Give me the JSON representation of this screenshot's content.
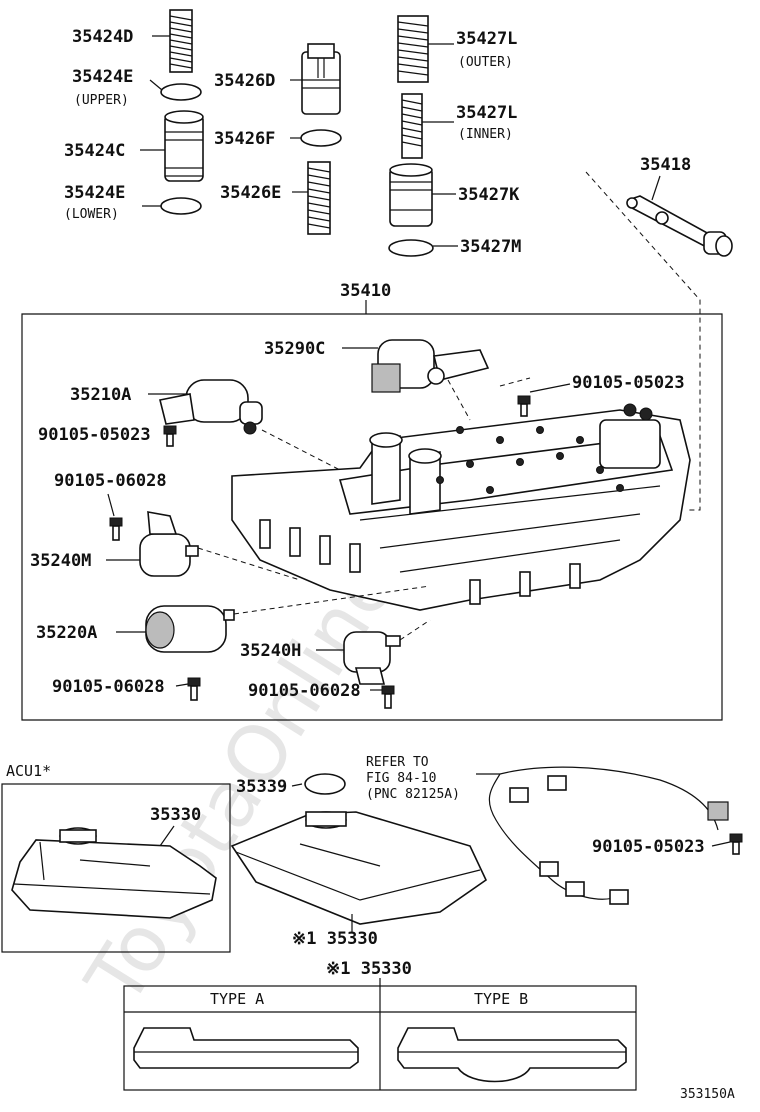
{
  "watermark": "ToyotaOnline.ru",
  "labels": {
    "p35424D": "35424D",
    "p35424E_upper": "35424E",
    "upper": "(UPPER)",
    "p35424C": "35424C",
    "p35424E_lower": "35424E",
    "lower": "(LOWER)",
    "p35426D": "35426D",
    "p35426F": "35426F",
    "p35426E": "35426E",
    "p35427L_outer": "35427L",
    "outer": "(OUTER)",
    "p35427L_inner": "35427L",
    "inner": "(INNER)",
    "p35427K": "35427K",
    "p35427M": "35427M",
    "p35418": "35418",
    "p35410": "35410",
    "p35290C": "35290C",
    "p35210A": "35210A",
    "bolt_90105_05023_a": "90105-05023",
    "bolt_90105_05023_b": "90105-05023",
    "bolt_90105_06028_a": "90105-06028",
    "p35240M": "35240M",
    "p35220A": "35220A",
    "p35240H": "35240H",
    "bolt_90105_06028_b": "90105-06028",
    "bolt_90105_06028_c": "90105-06028",
    "acu1": "ACU1*",
    "p35330_acu": "35330",
    "p35339": "35339",
    "refer_to": "REFER TO",
    "fig": "FIG 84-10",
    "pnc": "(PNC 82125A)",
    "bolt_90105_05023_c": "90105-05023",
    "p35330_note": "※1 35330",
    "p35330_table": "※1 35330",
    "type_a": "TYPE A",
    "type_b": "TYPE B",
    "code": "353150A"
  }
}
